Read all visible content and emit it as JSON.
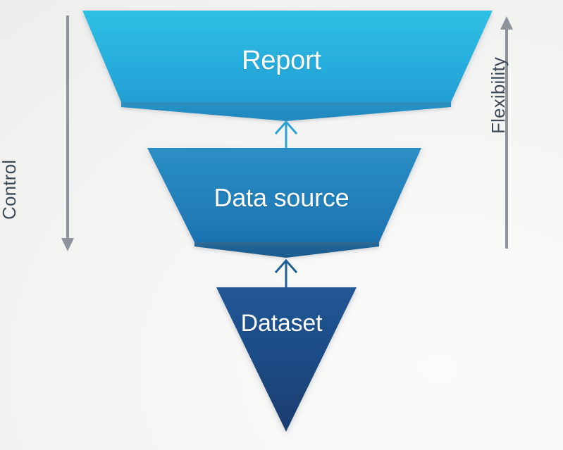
{
  "diagram": {
    "title": "Report / Data source / Dataset hierarchy funnel",
    "type": "inverted-funnel",
    "background_color": "#f4f4f3",
    "stages": [
      {
        "id": "report",
        "label": "Report",
        "level": 1,
        "position": "top",
        "fill_top": "#2ab9e0",
        "fill_bottom": "#24a0d2",
        "fold_color": "#2490c4",
        "text_color": "#ffffff"
      },
      {
        "id": "data-source",
        "label": "Data source",
        "level": 2,
        "position": "middle",
        "fill_top": "#2684bd",
        "fill_bottom": "#1f76b4",
        "fold_color": "#1f6195",
        "text_color": "#ffffff"
      },
      {
        "id": "dataset",
        "label": "Dataset",
        "level": 3,
        "position": "bottom",
        "fill_top": "#1f528f",
        "fill_bottom": "#1a3f72",
        "text_color": "#ffffff"
      }
    ],
    "connectors": [
      {
        "id": "dataset-to-data-source",
        "from": "dataset",
        "to": "data-source",
        "direction": "up",
        "color": "#1f6195"
      },
      {
        "id": "data-source-to-report",
        "from": "data-source",
        "to": "report",
        "direction": "up",
        "color": "#2aa3d4"
      }
    ],
    "axes": [
      {
        "id": "control-axis",
        "label": "Control",
        "side": "left",
        "arrow_direction": "down",
        "color": "#8d949b",
        "text_color": "#3d4a55"
      },
      {
        "id": "flexibility-axis",
        "label": "Flexibility",
        "side": "right",
        "arrow_direction": "up",
        "color": "#8d949b",
        "text_color": "#3d4a55"
      }
    ]
  }
}
